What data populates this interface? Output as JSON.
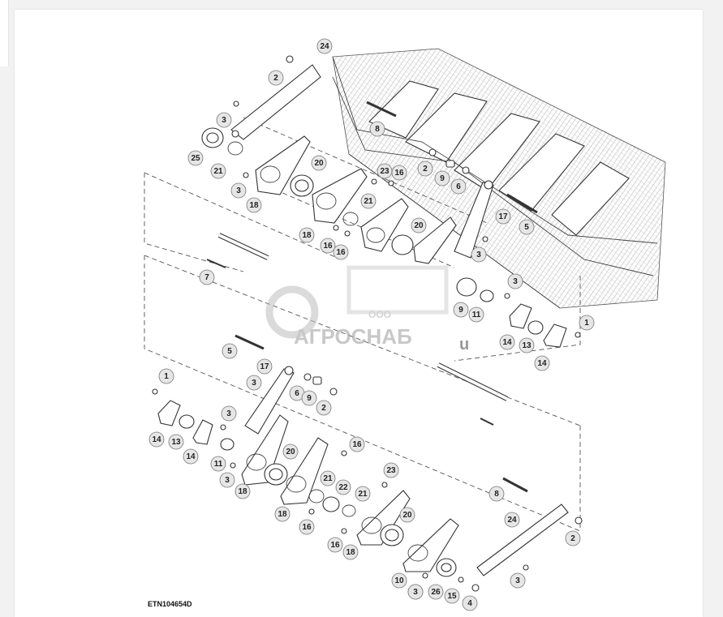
{
  "figure": {
    "id": "ETN104654D",
    "callouts": [
      {
        "label": "24"
      },
      {
        "label": "2"
      },
      {
        "label": "3"
      },
      {
        "label": "25"
      },
      {
        "label": "21"
      },
      {
        "label": "3"
      },
      {
        "label": "18"
      },
      {
        "label": "20"
      },
      {
        "label": "8"
      },
      {
        "label": "23"
      },
      {
        "label": "16"
      },
      {
        "label": "2"
      },
      {
        "label": "9"
      },
      {
        "label": "6"
      },
      {
        "label": "21"
      },
      {
        "label": "18"
      },
      {
        "label": "16"
      },
      {
        "label": "16"
      },
      {
        "label": "20"
      },
      {
        "label": "17"
      },
      {
        "label": "5"
      },
      {
        "label": "3"
      },
      {
        "label": "7"
      },
      {
        "label": "9"
      },
      {
        "label": "11"
      },
      {
        "label": "3"
      },
      {
        "label": "1"
      },
      {
        "label": "14"
      },
      {
        "label": "13"
      },
      {
        "label": "14"
      },
      {
        "label": "5"
      },
      {
        "label": "17"
      },
      {
        "label": "3"
      },
      {
        "label": "6"
      },
      {
        "label": "9"
      },
      {
        "label": "2"
      },
      {
        "label": "1"
      },
      {
        "label": "3"
      },
      {
        "label": "14"
      },
      {
        "label": "13"
      },
      {
        "label": "14"
      },
      {
        "label": "11"
      },
      {
        "label": "3"
      },
      {
        "label": "18"
      },
      {
        "label": "20"
      },
      {
        "label": "16"
      },
      {
        "label": "18"
      },
      {
        "label": "21"
      },
      {
        "label": "22"
      },
      {
        "label": "16"
      },
      {
        "label": "23"
      },
      {
        "label": "21"
      },
      {
        "label": "20"
      },
      {
        "label": "16"
      },
      {
        "label": "18"
      },
      {
        "label": "10"
      },
      {
        "label": "8"
      },
      {
        "label": "24"
      },
      {
        "label": "2"
      },
      {
        "label": "18"
      },
      {
        "label": "3"
      },
      {
        "label": "26"
      },
      {
        "label": "15"
      },
      {
        "label": "4"
      },
      {
        "label": "3"
      }
    ]
  },
  "watermark": {
    "brand": "АГРОСНАБ",
    "prefix": "ООО",
    "suffix": "u"
  },
  "colors": {
    "callout_fill": "#e6e6e6",
    "line": "#333333",
    "watermark": "#c9c9c9"
  }
}
